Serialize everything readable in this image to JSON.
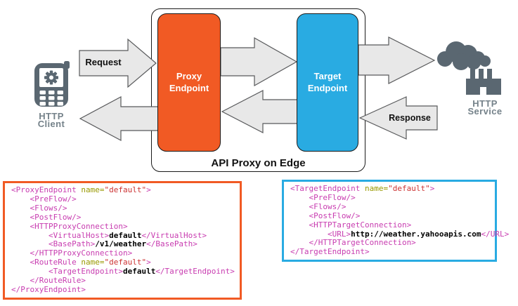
{
  "diagram": {
    "client_label": "HTTP Client",
    "service_label": "HTTP Service",
    "request_arrow_label": "Request",
    "response_arrow_label": "Response",
    "container_label": "API Proxy on Edge",
    "proxy_endpoint_label": "Proxy Endpoint",
    "target_endpoint_label": "Target Endpoint",
    "icons": [
      "mobile-client-icon",
      "gear-icon",
      "cloud-factory-service-icon"
    ]
  },
  "colors": {
    "proxy_orange": "#F15A24",
    "target_blue": "#29ABE2",
    "arrow_fill": "#E8E8E8",
    "arrow_stroke": "#58595B",
    "icon_slate": "#5A6771",
    "icon_label_gray": "#75828A",
    "code_tag": "#C83CB0",
    "code_attr": "#999900",
    "code_string": "#CC3333",
    "code_text": "#000000"
  },
  "code_blocks": {
    "proxy_endpoint_xml": {
      "accent_color": "#F15A24",
      "lines": [
        [
          [
            "tag",
            "<ProxyEndpoint "
          ],
          [
            "attr",
            "name="
          ],
          [
            "str",
            "\"default\""
          ],
          [
            "tag",
            ">"
          ]
        ],
        [
          [
            "tag",
            "    <PreFlow/>"
          ]
        ],
        [
          [
            "tag",
            "    <Flows/>"
          ]
        ],
        [
          [
            "tag",
            "    <PostFlow/>"
          ]
        ],
        [
          [
            "tag",
            "    <HTTPProxyConnection>"
          ]
        ],
        [
          [
            "tag",
            "        <VirtualHost>"
          ],
          [
            "txt",
            "default"
          ],
          [
            "tag",
            "</VirtualHost>"
          ]
        ],
        [
          [
            "tag",
            "        <BasePath>"
          ],
          [
            "txt",
            "/v1/weather"
          ],
          [
            "tag",
            "</BasePath>"
          ]
        ],
        [
          [
            "tag",
            "    </HTTPProxyConnection>"
          ]
        ],
        [
          [
            "tag",
            "    <RouteRule "
          ],
          [
            "attr",
            "name="
          ],
          [
            "str",
            "\"default\""
          ],
          [
            "tag",
            ">"
          ]
        ],
        [
          [
            "tag",
            "        <TargetEndpoint>"
          ],
          [
            "txt",
            "default"
          ],
          [
            "tag",
            "</TargetEndpoint>"
          ]
        ],
        [
          [
            "tag",
            "    </RouteRule>"
          ]
        ],
        [
          [
            "tag",
            "</ProxyEndpoint>"
          ]
        ]
      ]
    },
    "target_endpoint_xml": {
      "accent_color": "#29ABE2",
      "lines": [
        [
          [
            "tag",
            "<TargetEndpoint "
          ],
          [
            "attr",
            "name="
          ],
          [
            "str",
            "\"default\""
          ],
          [
            "tag",
            ">"
          ]
        ],
        [
          [
            "tag",
            "    <PreFlow/>"
          ]
        ],
        [
          [
            "tag",
            "    <Flows/>"
          ]
        ],
        [
          [
            "tag",
            "    <PostFlow/>"
          ]
        ],
        [
          [
            "tag",
            "    <HTTPTargetConnection>"
          ]
        ],
        [
          [
            "tag",
            "        <URL>"
          ],
          [
            "txt",
            "http://weather.yahooapis.com"
          ],
          [
            "tag",
            "</URL>"
          ]
        ],
        [
          [
            "tag",
            "    </HTTPTargetConnection>"
          ]
        ],
        [
          [
            "tag",
            "</TargetEndpoint>"
          ]
        ]
      ]
    }
  }
}
